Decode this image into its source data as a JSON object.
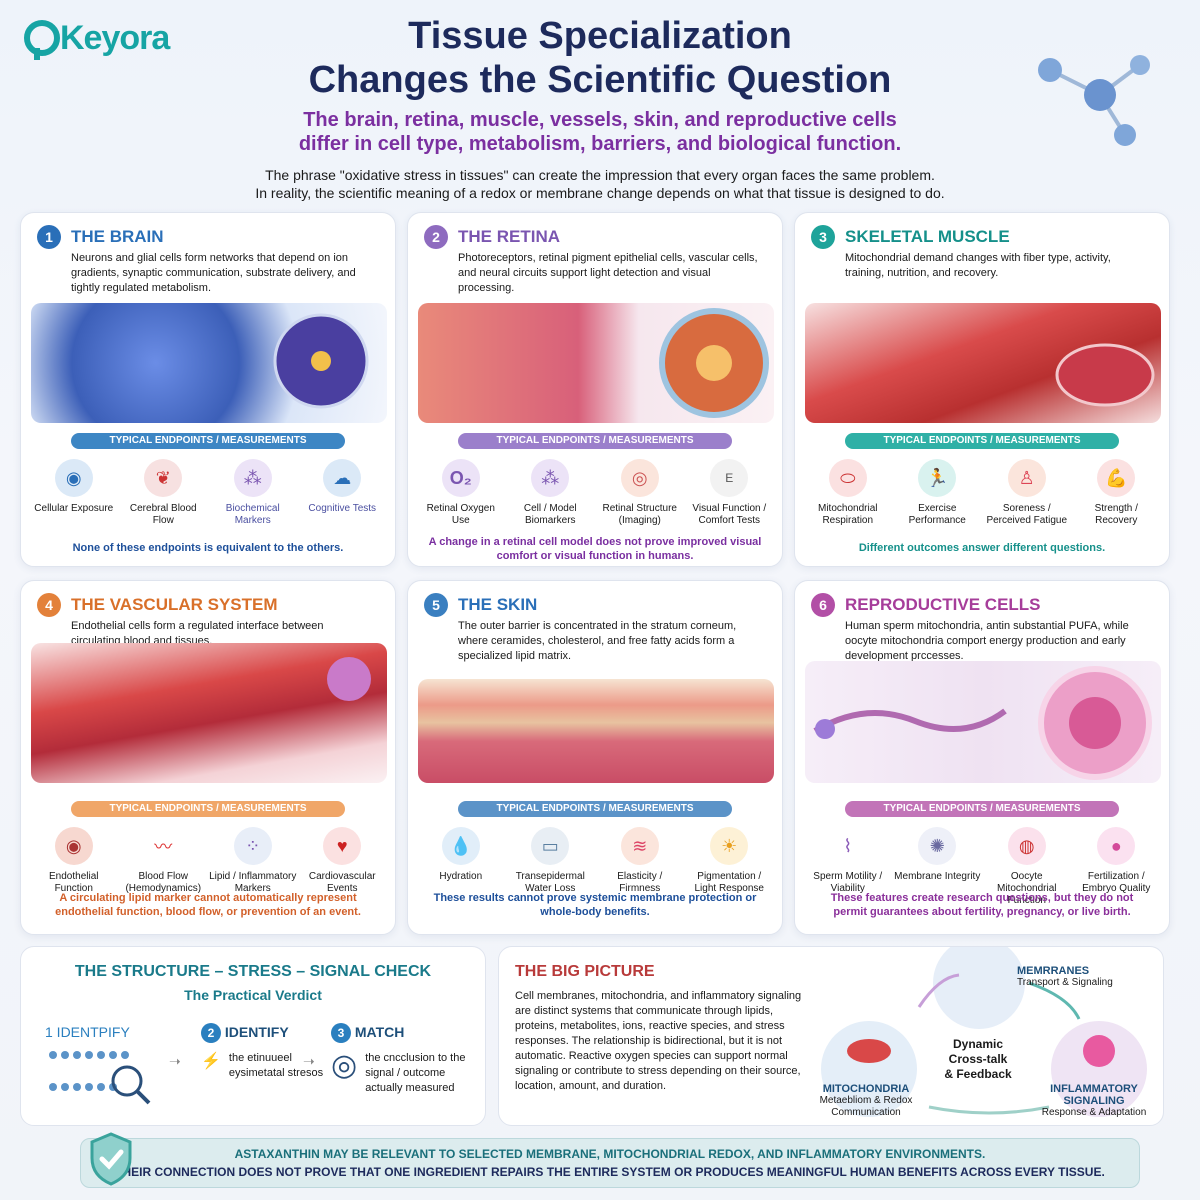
{
  "logo": {
    "text": "Keyora"
  },
  "header": {
    "title_line1": "Tissue Specialization",
    "title_line2": "Changes the Scientific Question",
    "subtitle_line1": "The brain, retina, muscle, vessels, skin, and reproductive cells",
    "subtitle_line2": "differ in cell type, metabolism, barriers, and biological function.",
    "intro_line1": "The phrase \"oxidative stress in tissues\" can create the impression that every organ faces the same problem.",
    "intro_line2": "In reality, the scientific meaning of a redox or membrane change depends on what that tissue is designed to do."
  },
  "colors": {
    "brain": "#2a6fb8",
    "retina": "#8e6bbf",
    "muscle": "#1ea39a",
    "vascular": "#e3813a",
    "skin": "#3a7fc0",
    "repro": "#b24fa6",
    "title": "#1d2a5c",
    "subtitle": "#7b2fa0"
  },
  "cards": [
    {
      "num": "1",
      "title": "THE BRAIN",
      "desc": "Neurons and glial cells form networks that depend on ion gradients, synaptic communication, substrate delivery, and tightly regulated metabolism.",
      "banner": "TYPICAL ENDPOINTS / MEASUREMENTS",
      "endpoints": [
        {
          "icon": "cell-icon",
          "label": "Cellular Exposure"
        },
        {
          "icon": "blood-flow-icon",
          "label": "Cerebral Blood Flow"
        },
        {
          "icon": "molecule-icon",
          "label": "Biochemical Markers"
        },
        {
          "icon": "brain-icon",
          "label": "Cognitive Tests"
        }
      ],
      "note": "None of these endpoints is equivalent to the others."
    },
    {
      "num": "2",
      "title": "THE RETINA",
      "desc": "Photoreceptors, retinal pigment epithelial cells, vascular cells, and neural circuits support light detection and visual processing.",
      "banner": "TYPICAL ENDPOINTS / MEASUREMENTS",
      "endpoints": [
        {
          "icon": "oxygen-icon",
          "label": "Retinal Oxygen Use"
        },
        {
          "icon": "network-icon",
          "label": "Cell / Model Biomarkers"
        },
        {
          "icon": "target-icon",
          "label": "Retinal Structure (Imaging)"
        },
        {
          "icon": "eye-chart-icon",
          "label": "Visual Function / Comfort Tests"
        }
      ],
      "note": "A change in a retinal cell model does not prove improved visual comfort or visual function in humans."
    },
    {
      "num": "3",
      "title": "SKELETAL MUSCLE",
      "desc": "Mitochondrial demand changes with fiber type, activity, training, nutrition, and recovery.",
      "banner": "TYPICAL ENDPOINTS / MEASUREMENTS",
      "endpoints": [
        {
          "icon": "mitochondria-icon",
          "label": "Mitochondrial Respiration"
        },
        {
          "icon": "runner-icon",
          "label": "Exercise Performance"
        },
        {
          "icon": "body-icon",
          "label": "Soreness / Perceived Fatigue"
        },
        {
          "icon": "arm-icon",
          "label": "Strength / Recovery"
        }
      ],
      "note": "Different outcomes answer different questions."
    },
    {
      "num": "4",
      "title": "THE VASCULAR SYSTEM",
      "desc": "Endothelial cells form a regulated interface between circulating blood and tissues.",
      "banner": "TYPICAL ENDPOINTS / MEASUREMENTS",
      "endpoints": [
        {
          "icon": "endothelial-icon",
          "label": "Endothelial Function"
        },
        {
          "icon": "pulse-icon",
          "label": "Blood Flow (Hemodynamics)"
        },
        {
          "icon": "lipid-icon",
          "label": "Lipid / Inflammatory Markers"
        },
        {
          "icon": "heart-icon",
          "label": "Cardiovascular Events"
        }
      ],
      "note": "A circulating lipid marker cannot automatically represent endothelial function, blood flow, or prevention of an event."
    },
    {
      "num": "5",
      "title": "THE SKIN",
      "desc": "The outer barrier is concentrated in the stratum corneum, where ceramides, cholesterol, and free fatty acids form a specialized lipid matrix.",
      "banner": "TYPICAL ENDPOINTS / MEASUREMENTS",
      "endpoints": [
        {
          "icon": "water-drop-icon",
          "label": "Hydration"
        },
        {
          "icon": "bandage-icon",
          "label": "Transepidermal Water Loss"
        },
        {
          "icon": "skin-layer-icon",
          "label": "Elasticity / Firmness"
        },
        {
          "icon": "sun-icon",
          "label": "Pigmentation / Light Response"
        }
      ],
      "note": "These results cannot prove systemic membrane protection or whole-body benefits."
    },
    {
      "num": "6",
      "title": "REPRODUCTIVE CELLS",
      "desc": "Human sperm mitochondria, antin substantial PUFA, while oocyte mitochondria comport energy production and early development prccesses.",
      "banner": "TYPICAL ENDPOINTS / MEASUREMENTS",
      "endpoints": [
        {
          "icon": "sperm-icon",
          "label": "Sperm Motility / Viability"
        },
        {
          "icon": "membrane-icon",
          "label": "Membrane Integrity"
        },
        {
          "icon": "oocyte-icon",
          "label": "Oocyte Mitochondrial Function"
        },
        {
          "icon": "embryo-icon",
          "label": "Fertilization / Embryo Quality"
        }
      ],
      "note": "These features create research questions, but they do not permit guarantees about fertility, pregnancy, or live birth."
    }
  ],
  "structure_check": {
    "title": "THE STRUCTURE – STRESS – SIGNAL CHECK",
    "subtitle": "The Practical Verdict",
    "steps": [
      {
        "head": "1 IDENTPIFY",
        "text": ""
      },
      {
        "num": "2",
        "head": "IDENTIFY",
        "text": "the etinuueel eysimetatal stresos"
      },
      {
        "num": "3",
        "head": "MATCH",
        "text": "the cncclusion to the signal / outcome actually measured"
      }
    ]
  },
  "big_picture": {
    "title": "THE BIG PICTURE",
    "text": "Cell membranes, mitochondria, and inflammatory signaling are distinct systems that communicate through lipids, proteins, metabolites, ions, reactive species, and stress responses. The relationship is bidirectional, but it is not automatic. Reactive oxygen species can support normal signaling or contribute to stress depending on their source, location, amount, and duration.",
    "nodes": {
      "membranes_title": "MEMRRANES",
      "membranes_sub": "Transport & Signaling",
      "mito_title": "MITOCHONDRIA",
      "mito_sub": "Metaebliom & Redox Communication",
      "inflam_title": "INFLAMMATORY SIGNALING",
      "inflam_sub": "Response & Adaptation",
      "center": "Dynamic Cross-talk & Feedback"
    }
  },
  "footer": {
    "line1": "ASTAXANTHIN MAY BE RELEVANT TO SELECTED MEMBRANE, MITOCHONDRIAL REDOX, AND INFLAMMATORY ENVIRONMENTS.",
    "line2": "THEIR CONNECTION DOES NOT PROVE THAT ONE INGREDIENT REPAIRS THE ENTIRE SYSTEM OR PRODUCES MEANINGFUL HUMAN BENEFITS ACROSS EVERY TISSUE."
  }
}
